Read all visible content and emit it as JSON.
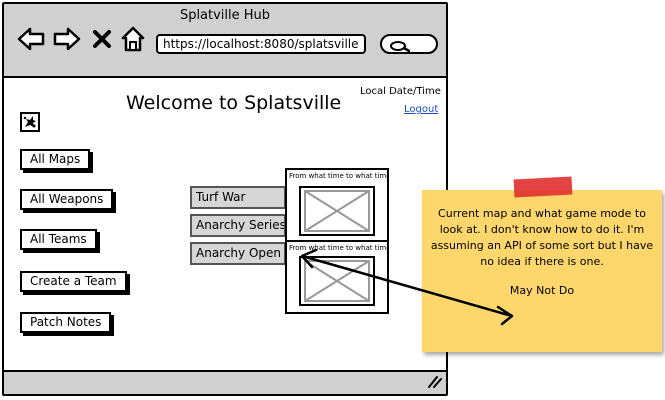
{
  "window": {
    "title": "Splatville Hub",
    "url": "https://localhost:8080/splatsville"
  },
  "icons": {
    "back": "back-arrow-icon",
    "forward": "forward-arrow-icon",
    "close": "close-x-icon",
    "home": "home-icon",
    "search": "search-icon",
    "logo": "splat-logo-icon",
    "resize": "resize-grip-icon"
  },
  "header": {
    "title": "Welcome to Splatsville",
    "datetime": "Local Date/Time",
    "logout": "Logout"
  },
  "sidebar": {
    "items": [
      {
        "label": "All Maps"
      },
      {
        "label": "All Weapons"
      },
      {
        "label": "All Teams"
      },
      {
        "label": "Create a Team"
      },
      {
        "label": "Patch Notes"
      }
    ]
  },
  "modes": {
    "tabs": [
      {
        "label": "Turf War"
      },
      {
        "label": "Anarchy Series"
      },
      {
        "label": "Anarchy Open"
      }
    ]
  },
  "maps": {
    "captions": [
      "From what time to what time",
      "From what time to what time"
    ]
  },
  "note": {
    "text": "Current map and what game mode to look at. I don't know how to do it. I'm assuming an API of some sort but I have no idea if there is one.",
    "subtext": "May Not Do",
    "color": "#fdd76c",
    "tape_color": "#e0302f"
  },
  "colors": {
    "chrome": "#d0d0d0",
    "tab_bg": "#d6d6d6",
    "link": "#1a4fc4"
  }
}
